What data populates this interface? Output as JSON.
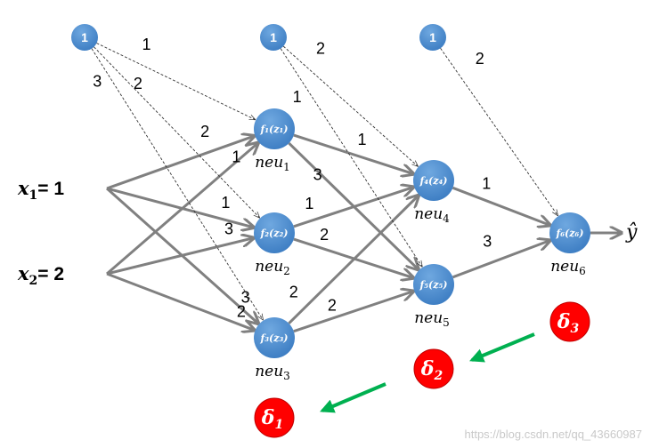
{
  "inputs": [
    {
      "id": "x1",
      "label": "x",
      "sub": "1",
      "eq": "= 1"
    },
    {
      "id": "x2",
      "label": "x",
      "sub": "2",
      "eq": "= 2"
    }
  ],
  "bias_nodes": [
    {
      "id": "b1",
      "label": "1"
    },
    {
      "id": "b2",
      "label": "1"
    },
    {
      "id": "b3",
      "label": "1"
    }
  ],
  "neurons": [
    {
      "id": "n1",
      "func": "f₁(z₁)",
      "name": "neu",
      "sub": "1"
    },
    {
      "id": "n2",
      "func": "f₂(z₂)",
      "name": "neu",
      "sub": "2"
    },
    {
      "id": "n3",
      "func": "f₃(z₃)",
      "name": "neu",
      "sub": "3"
    },
    {
      "id": "n4",
      "func": "f₄(z₄)",
      "name": "neu",
      "sub": "4"
    },
    {
      "id": "n5",
      "func": "f₅(z₅)",
      "name": "neu",
      "sub": "5"
    },
    {
      "id": "n6",
      "func": "f₆(z₆)",
      "name": "neu",
      "sub": "6"
    }
  ],
  "weights": [
    {
      "from": "x1",
      "to": "n1",
      "w": "2"
    },
    {
      "from": "x1",
      "to": "n2",
      "w": "1"
    },
    {
      "from": "x1",
      "to": "n3",
      "w": "3"
    },
    {
      "from": "x2",
      "to": "n1",
      "w": "1"
    },
    {
      "from": "x2",
      "to": "n2",
      "w": "3"
    },
    {
      "from": "x2",
      "to": "n3",
      "w": "2"
    },
    {
      "from": "n1",
      "to": "n4",
      "w": "1"
    },
    {
      "from": "n1",
      "to": "n5",
      "w": "3"
    },
    {
      "from": "n2",
      "to": "n4",
      "w": "1"
    },
    {
      "from": "n2",
      "to": "n5",
      "w": "2"
    },
    {
      "from": "n3",
      "to": "n4",
      "w": "2"
    },
    {
      "from": "n3",
      "to": "n5",
      "w": "2"
    },
    {
      "from": "n4",
      "to": "n6",
      "w": "1"
    },
    {
      "from": "n5",
      "to": "n6",
      "w": "3"
    }
  ],
  "bias_weights": [
    {
      "from": "b1",
      "to": "n1",
      "w": "1"
    },
    {
      "from": "b1",
      "to": "n2",
      "w": "2"
    },
    {
      "from": "b1",
      "to": "n3",
      "w": "3"
    },
    {
      "from": "b2",
      "to": "n4",
      "w": "2"
    },
    {
      "from": "b2",
      "to": "n5",
      "w": "1"
    },
    {
      "from": "b3",
      "to": "n6",
      "w": "2"
    }
  ],
  "output": {
    "label": "ŷ"
  },
  "deltas": [
    {
      "id": "d3",
      "label": "δ",
      "sub": "3"
    },
    {
      "id": "d2",
      "label": "δ",
      "sub": "2"
    },
    {
      "id": "d1",
      "label": "δ",
      "sub": "1"
    }
  ],
  "colors": {
    "node": "#4f8fd4",
    "edge": "#808080",
    "delta": "#ff0000",
    "backprop_arrow": "#00b050"
  },
  "watermark": "https://blog.csdn.net/qq_43660987"
}
